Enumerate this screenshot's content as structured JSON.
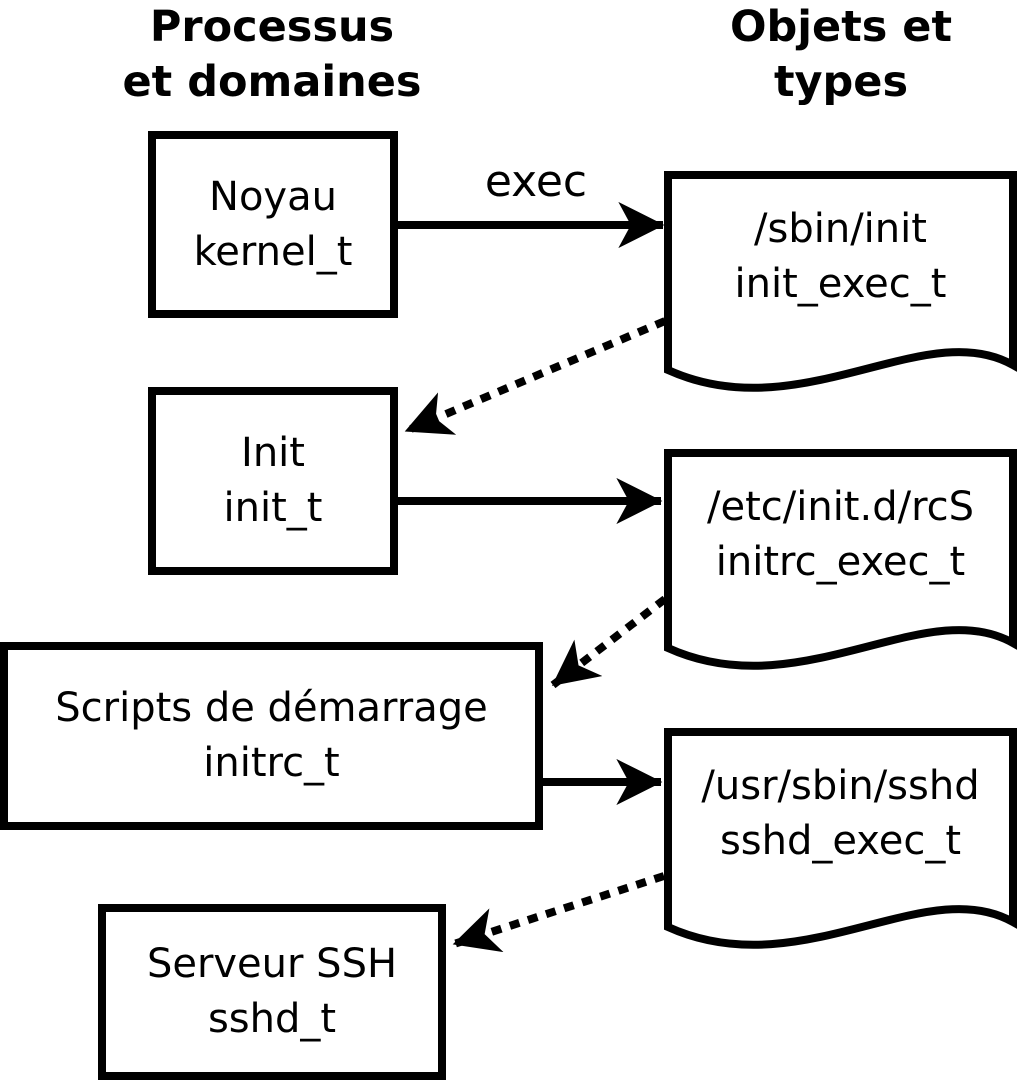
{
  "headers": {
    "left": {
      "line1": "Processus",
      "line2": "et domaines"
    },
    "right": {
      "line1": "Objets et",
      "line2": "types"
    }
  },
  "process_boxes": [
    {
      "name": "Noyau",
      "type": "kernel_t"
    },
    {
      "name": "Init",
      "type": "init_t"
    },
    {
      "name": "Scripts de démarrage",
      "type": "initrc_t"
    },
    {
      "name": "Serveur SSH",
      "type": "sshd_t"
    }
  ],
  "object_docs": [
    {
      "path": "/sbin/init",
      "type": "init_exec_t"
    },
    {
      "path": "/etc/init.d/rcS",
      "type": "initrc_exec_t"
    },
    {
      "path": "/usr/sbin/sshd",
      "type": "sshd_exec_t"
    }
  ],
  "labels": {
    "exec": "exec"
  },
  "arrows": [
    {
      "style": "solid",
      "label": "exec",
      "from": "kernel_t",
      "to": "/sbin/init"
    },
    {
      "style": "dotted",
      "label": "",
      "from": "/sbin/init",
      "to": "init_t"
    },
    {
      "style": "solid",
      "label": "",
      "from": "init_t",
      "to": "/etc/init.d/rcS"
    },
    {
      "style": "dotted",
      "label": "",
      "from": "/etc/init.d/rcS",
      "to": "initrc_t"
    },
    {
      "style": "solid",
      "label": "",
      "from": "initrc_t",
      "to": "/usr/sbin/sshd"
    },
    {
      "style": "dotted",
      "label": "",
      "from": "/usr/sbin/sshd",
      "to": "sshd_t"
    }
  ],
  "colors": {
    "ink": "#000000",
    "paper": "#ffffff"
  }
}
